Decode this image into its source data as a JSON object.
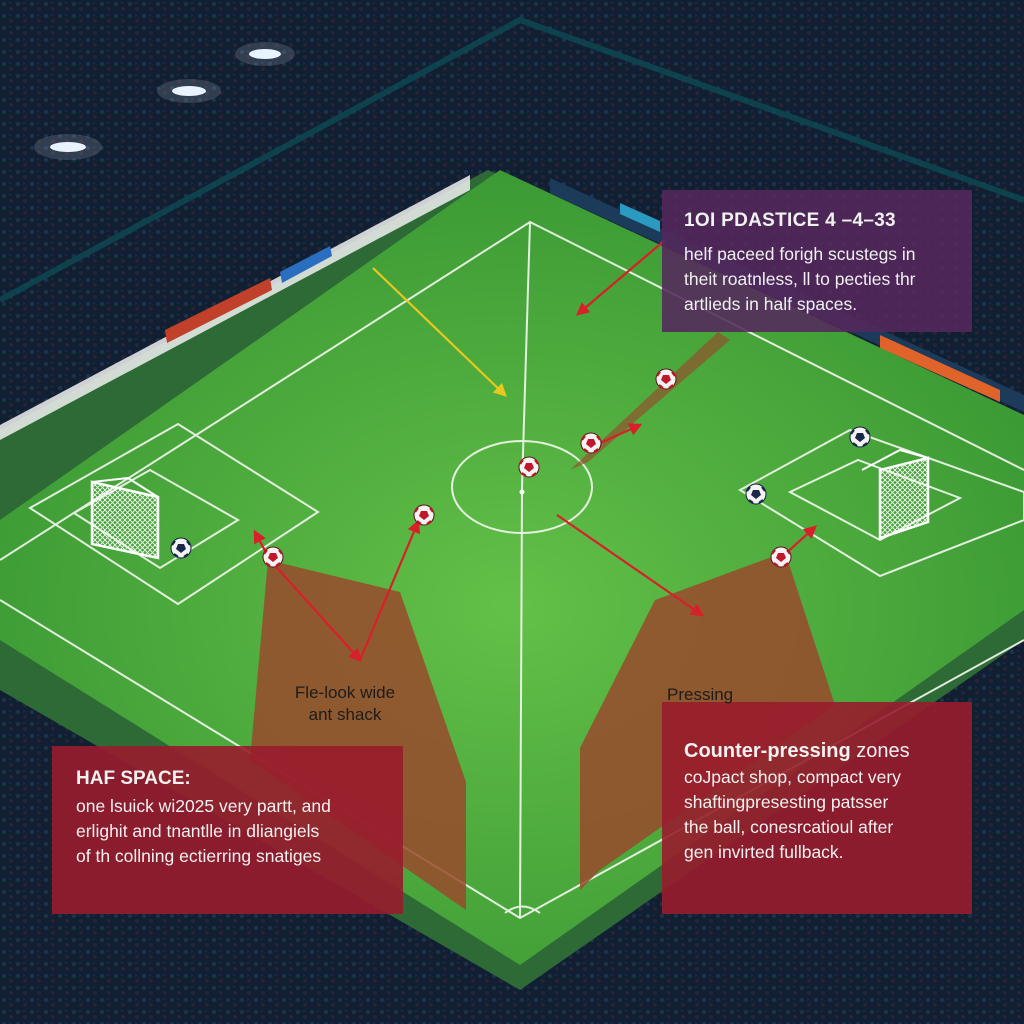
{
  "top_panel": {
    "title": "1OI PDASTICE 4 –4–33",
    "body_lines": [
      "helf paceed forigh scustegs in",
      "theit roatnless, ll to pecties thr",
      "artlieds in half spaces."
    ]
  },
  "left_panel": {
    "title": "HAF SPACE:",
    "body_lines": [
      "one lsuick wi2025 very partt, and",
      "erlighit and tnantlle in dliangiels",
      "of th collning ectierring snatiges"
    ]
  },
  "right_panel": {
    "title_bold": "Counter-pressing",
    "title_rest": " zones",
    "body_lines": [
      "coJpact shop, compact very",
      "shaftingpresesting patsser",
      "the ball, conesrcatioul after",
      "gen invirted fullback."
    ]
  },
  "pitch_labels": {
    "flank_line1": "Fle-look wide",
    "flank_line2": "ant shack",
    "pressing": "Pressing"
  },
  "colors": {
    "pitch": "#45a83a",
    "arrow_red": "#d8202a",
    "arrow_yellow": "#e8c81e",
    "zone_brown": "#9a4a2c",
    "panel_purple": "#54285c",
    "panel_red": "#981c2c"
  },
  "icons": {
    "player_marker": "ball-marker-icon",
    "goal": "goal-net-icon",
    "floodlight": "floodlight-icon"
  }
}
